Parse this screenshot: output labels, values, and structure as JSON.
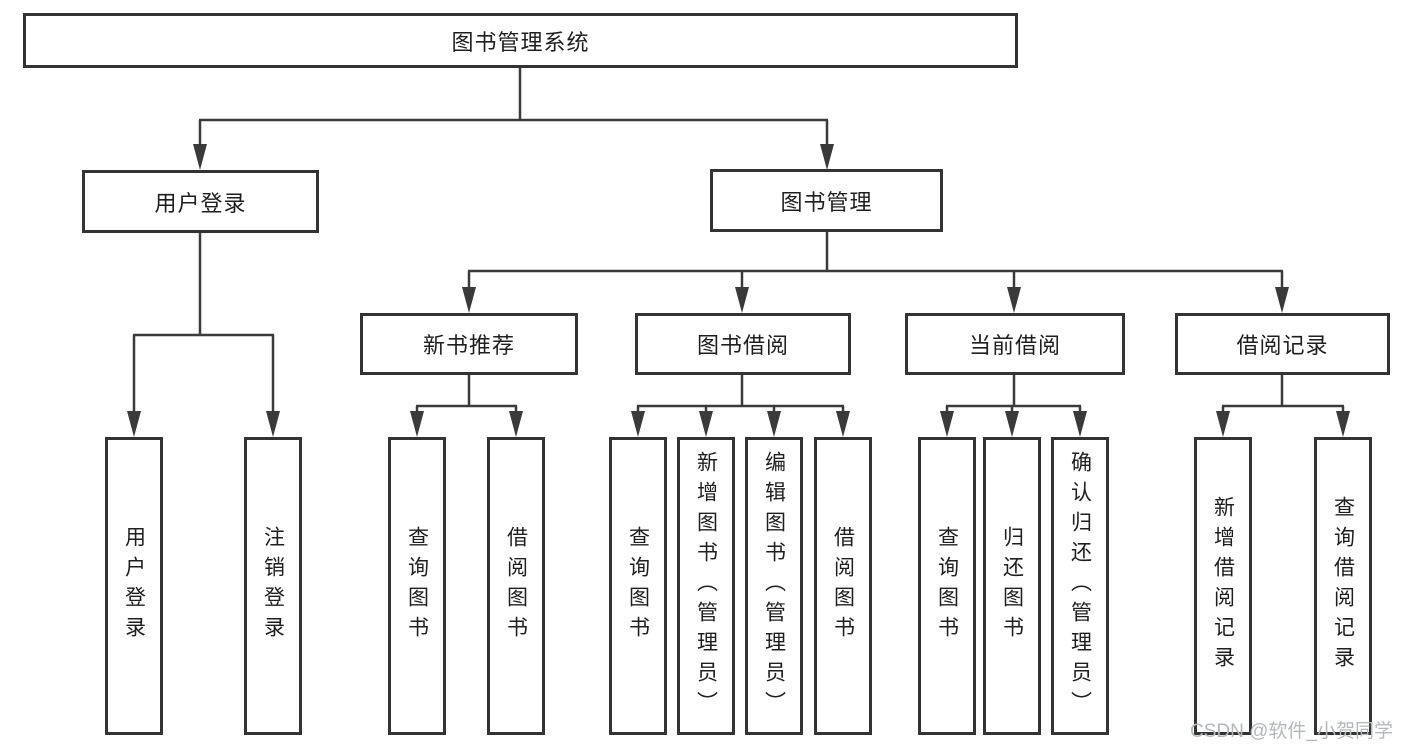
{
  "tree": {
    "label": "图书管理系统",
    "children": [
      {
        "label": "用户登录",
        "children": [
          {
            "label": "用户登录"
          },
          {
            "label": "注销登录"
          }
        ]
      },
      {
        "label": "图书管理",
        "children": [
          {
            "label": "新书推荐",
            "children": [
              {
                "label": "查询图书"
              },
              {
                "label": "借阅图书"
              }
            ]
          },
          {
            "label": "图书借阅",
            "children": [
              {
                "label": "查询图书"
              },
              {
                "label": "新增图书（管理员）"
              },
              {
                "label": "编辑图书（管理员）"
              },
              {
                "label": "借阅图书"
              }
            ]
          },
          {
            "label": "当前借阅",
            "children": [
              {
                "label": "查询图书"
              },
              {
                "label": "归还图书"
              },
              {
                "label": "确认归还（管理员）"
              }
            ]
          },
          {
            "label": "借阅记录",
            "children": [
              {
                "label": "新增借阅记录"
              },
              {
                "label": "查询借阅记录"
              }
            ]
          }
        ]
      }
    ]
  },
  "watermark": {
    "text": "CSDN @软件_小贺同学"
  },
  "colors": {
    "line": "#3a3a3a",
    "border": "#333333",
    "text": "#1f1f1f",
    "watermark": "#b3b8bd"
  }
}
